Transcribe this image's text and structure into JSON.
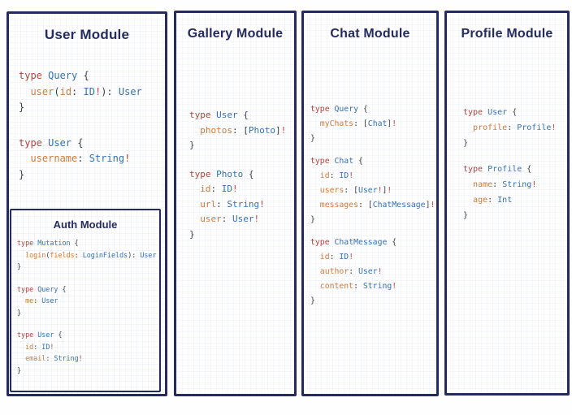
{
  "colors": {
    "navy": "#252b5e",
    "kw": "#b2423d",
    "type": "#3571b0",
    "field": "#cd7a3c",
    "punct": "#3d4147",
    "bang": "#bf4440"
  },
  "panels": [
    {
      "id": "user",
      "title": "User Module",
      "blocks": [
        [
          [
            [
              "k",
              "type "
            ],
            [
              "t",
              "Query "
            ],
            [
              "p",
              "{"
            ]
          ],
          [
            [
              "p",
              "  "
            ],
            [
              "f",
              "user"
            ],
            [
              "p",
              "("
            ],
            [
              "f",
              "id"
            ],
            [
              "p",
              ": "
            ],
            [
              "t",
              "ID"
            ],
            [
              "b",
              "!"
            ],
            [
              "p",
              "): "
            ],
            [
              "t",
              "User"
            ]
          ],
          [
            [
              "p",
              "}"
            ]
          ]
        ],
        [
          [
            [
              "k",
              "type "
            ],
            [
              "t",
              "User "
            ],
            [
              "p",
              "{"
            ]
          ],
          [
            [
              "p",
              "  "
            ],
            [
              "f",
              "username"
            ],
            [
              "p",
              ": "
            ],
            [
              "t",
              "String"
            ],
            [
              "b",
              "!"
            ]
          ],
          [
            [
              "p",
              "}"
            ]
          ]
        ]
      ]
    },
    {
      "id": "gallery",
      "title": "Gallery Module",
      "blocks": [
        [
          [
            [
              "k",
              "type "
            ],
            [
              "t",
              "User "
            ],
            [
              "p",
              "{"
            ]
          ],
          [
            [
              "p",
              "  "
            ],
            [
              "f",
              "photos"
            ],
            [
              "p",
              ": ["
            ],
            [
              "t",
              "Photo"
            ],
            [
              "p",
              "]"
            ],
            [
              "b",
              "!"
            ]
          ],
          [
            [
              "p",
              "}"
            ]
          ]
        ],
        [
          [
            [
              "k",
              "type "
            ],
            [
              "t",
              "Photo "
            ],
            [
              "p",
              "{"
            ]
          ],
          [
            [
              "p",
              "  "
            ],
            [
              "f",
              "id"
            ],
            [
              "p",
              ": "
            ],
            [
              "t",
              "ID"
            ],
            [
              "b",
              "!"
            ]
          ],
          [
            [
              "p",
              "  "
            ],
            [
              "f",
              "url"
            ],
            [
              "p",
              ": "
            ],
            [
              "t",
              "String"
            ],
            [
              "b",
              "!"
            ]
          ],
          [
            [
              "p",
              "  "
            ],
            [
              "f",
              "user"
            ],
            [
              "p",
              ": "
            ],
            [
              "t",
              "User"
            ],
            [
              "b",
              "!"
            ]
          ],
          [
            [
              "p",
              "}"
            ]
          ]
        ]
      ]
    },
    {
      "id": "chat",
      "title": "Chat Module",
      "blocks": [
        [
          [
            [
              "k",
              "type "
            ],
            [
              "t",
              "Query "
            ],
            [
              "p",
              "{"
            ]
          ],
          [
            [
              "p",
              "  "
            ],
            [
              "f",
              "myChats"
            ],
            [
              "p",
              ": ["
            ],
            [
              "t",
              "Chat"
            ],
            [
              "p",
              "]"
            ],
            [
              "b",
              "!"
            ]
          ],
          [
            [
              "p",
              "}"
            ]
          ]
        ],
        [
          [
            [
              "k",
              "type "
            ],
            [
              "t",
              "Chat "
            ],
            [
              "p",
              "{"
            ]
          ],
          [
            [
              "p",
              "  "
            ],
            [
              "f",
              "id"
            ],
            [
              "p",
              ": "
            ],
            [
              "t",
              "ID"
            ],
            [
              "b",
              "!"
            ]
          ],
          [
            [
              "p",
              "  "
            ],
            [
              "f",
              "users"
            ],
            [
              "p",
              ": ["
            ],
            [
              "t",
              "User"
            ],
            [
              "b",
              "!"
            ],
            [
              "p",
              "]"
            ],
            [
              "b",
              "!"
            ]
          ],
          [
            [
              "p",
              "  "
            ],
            [
              "f",
              "messages"
            ],
            [
              "p",
              ": ["
            ],
            [
              "t",
              "ChatMessage"
            ],
            [
              "p",
              "]"
            ],
            [
              "b",
              "!"
            ]
          ],
          [
            [
              "p",
              "}"
            ]
          ]
        ],
        [
          [
            [
              "k",
              "type "
            ],
            [
              "t",
              "ChatMessage "
            ],
            [
              "p",
              "{"
            ]
          ],
          [
            [
              "p",
              "  "
            ],
            [
              "f",
              "id"
            ],
            [
              "p",
              ": "
            ],
            [
              "t",
              "ID"
            ],
            [
              "b",
              "!"
            ]
          ],
          [
            [
              "p",
              "  "
            ],
            [
              "f",
              "author"
            ],
            [
              "p",
              ": "
            ],
            [
              "t",
              "User"
            ],
            [
              "b",
              "!"
            ]
          ],
          [
            [
              "p",
              "  "
            ],
            [
              "f",
              "content"
            ],
            [
              "p",
              ": "
            ],
            [
              "t",
              "String"
            ],
            [
              "b",
              "!"
            ]
          ],
          [
            [
              "p",
              "}"
            ]
          ]
        ]
      ]
    },
    {
      "id": "profile",
      "title": "Profile Module",
      "blocks": [
        [
          [
            [
              "k",
              "type "
            ],
            [
              "t",
              "User "
            ],
            [
              "p",
              "{"
            ]
          ],
          [
            [
              "p",
              "  "
            ],
            [
              "f",
              "profile"
            ],
            [
              "p",
              ": "
            ],
            [
              "t",
              "Profile"
            ],
            [
              "b",
              "!"
            ]
          ],
          [
            [
              "p",
              "}"
            ]
          ]
        ],
        [
          [
            [
              "k",
              "type "
            ],
            [
              "t",
              "Profile "
            ],
            [
              "p",
              "{"
            ]
          ],
          [
            [
              "p",
              "  "
            ],
            [
              "f",
              "name"
            ],
            [
              "p",
              ": "
            ],
            [
              "t",
              "String"
            ],
            [
              "b",
              "!"
            ]
          ],
          [
            [
              "p",
              "  "
            ],
            [
              "f",
              "age"
            ],
            [
              "p",
              ": "
            ],
            [
              "t",
              "Int"
            ]
          ],
          [
            [
              "p",
              "}"
            ]
          ]
        ]
      ]
    }
  ],
  "auth_panel": {
    "title": "Auth Module",
    "blocks": [
      [
        [
          [
            "k",
            "type "
          ],
          [
            "t",
            "Mutation "
          ],
          [
            "p",
            "{"
          ]
        ],
        [
          [
            "p",
            "  "
          ],
          [
            "f",
            "login"
          ],
          [
            "p",
            "("
          ],
          [
            "f",
            "fields"
          ],
          [
            "p",
            ": "
          ],
          [
            "t",
            "LoginFields"
          ],
          [
            "p",
            "): "
          ],
          [
            "t",
            "User"
          ]
        ],
        [
          [
            "p",
            "}"
          ]
        ]
      ],
      [
        [
          [
            "k",
            "type "
          ],
          [
            "t",
            "Query "
          ],
          [
            "p",
            "{"
          ]
        ],
        [
          [
            "p",
            "  "
          ],
          [
            "f",
            "me"
          ],
          [
            "p",
            ": "
          ],
          [
            "t",
            "User"
          ]
        ],
        [
          [
            "p",
            "}"
          ]
        ]
      ],
      [
        [
          [
            "k",
            "type "
          ],
          [
            "t",
            "User "
          ],
          [
            "p",
            "{"
          ]
        ],
        [
          [
            "p",
            "  "
          ],
          [
            "f",
            "id"
          ],
          [
            "p",
            ": "
          ],
          [
            "t",
            "ID"
          ],
          [
            "b",
            "!"
          ]
        ],
        [
          [
            "p",
            "  "
          ],
          [
            "f",
            "email"
          ],
          [
            "p",
            ": "
          ],
          [
            "t",
            "String"
          ],
          [
            "b",
            "!"
          ]
        ],
        [
          [
            "p",
            "}"
          ]
        ]
      ]
    ]
  }
}
